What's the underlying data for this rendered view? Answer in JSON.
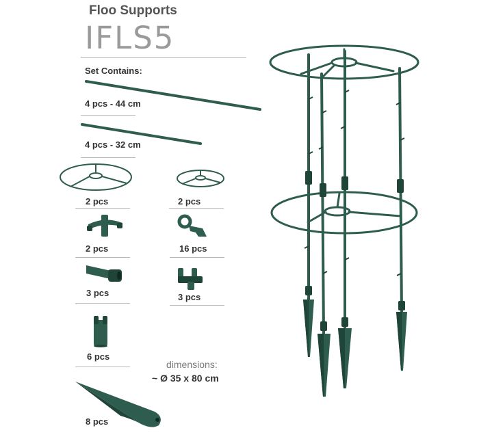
{
  "header": {
    "brand": "Floo Supports",
    "model": "IFLS5",
    "set_contains": "Set Contains:"
  },
  "parts": [
    {
      "label": "4 pcs - 44 cm",
      "icon": "long-rod-icon"
    },
    {
      "label": "4 pcs - 32 cm",
      "icon": "short-rod-icon"
    },
    {
      "label": "2 pcs",
      "icon": "large-ring-icon"
    },
    {
      "label": "2 pcs",
      "icon": "small-ring-icon"
    },
    {
      "label": "2 pcs",
      "icon": "ring-hub-icon"
    },
    {
      "label": "16 pcs",
      "icon": "clip-icon"
    },
    {
      "label": "3 pcs",
      "icon": "rod-connector-icon"
    },
    {
      "label": "3 pcs",
      "icon": "ring-connector-icon"
    },
    {
      "label": "6 pcs",
      "icon": "joint-sleeve-icon"
    },
    {
      "label": "8 pcs",
      "icon": "ground-spike-icon"
    }
  ],
  "dimensions": {
    "label": "dimensions:",
    "value": "~ Ø 35 x 80 cm"
  },
  "colors": {
    "part_green": "#2e5d4f",
    "part_green_dark": "#1f4438",
    "rule_grey": "#b8b8b8"
  }
}
